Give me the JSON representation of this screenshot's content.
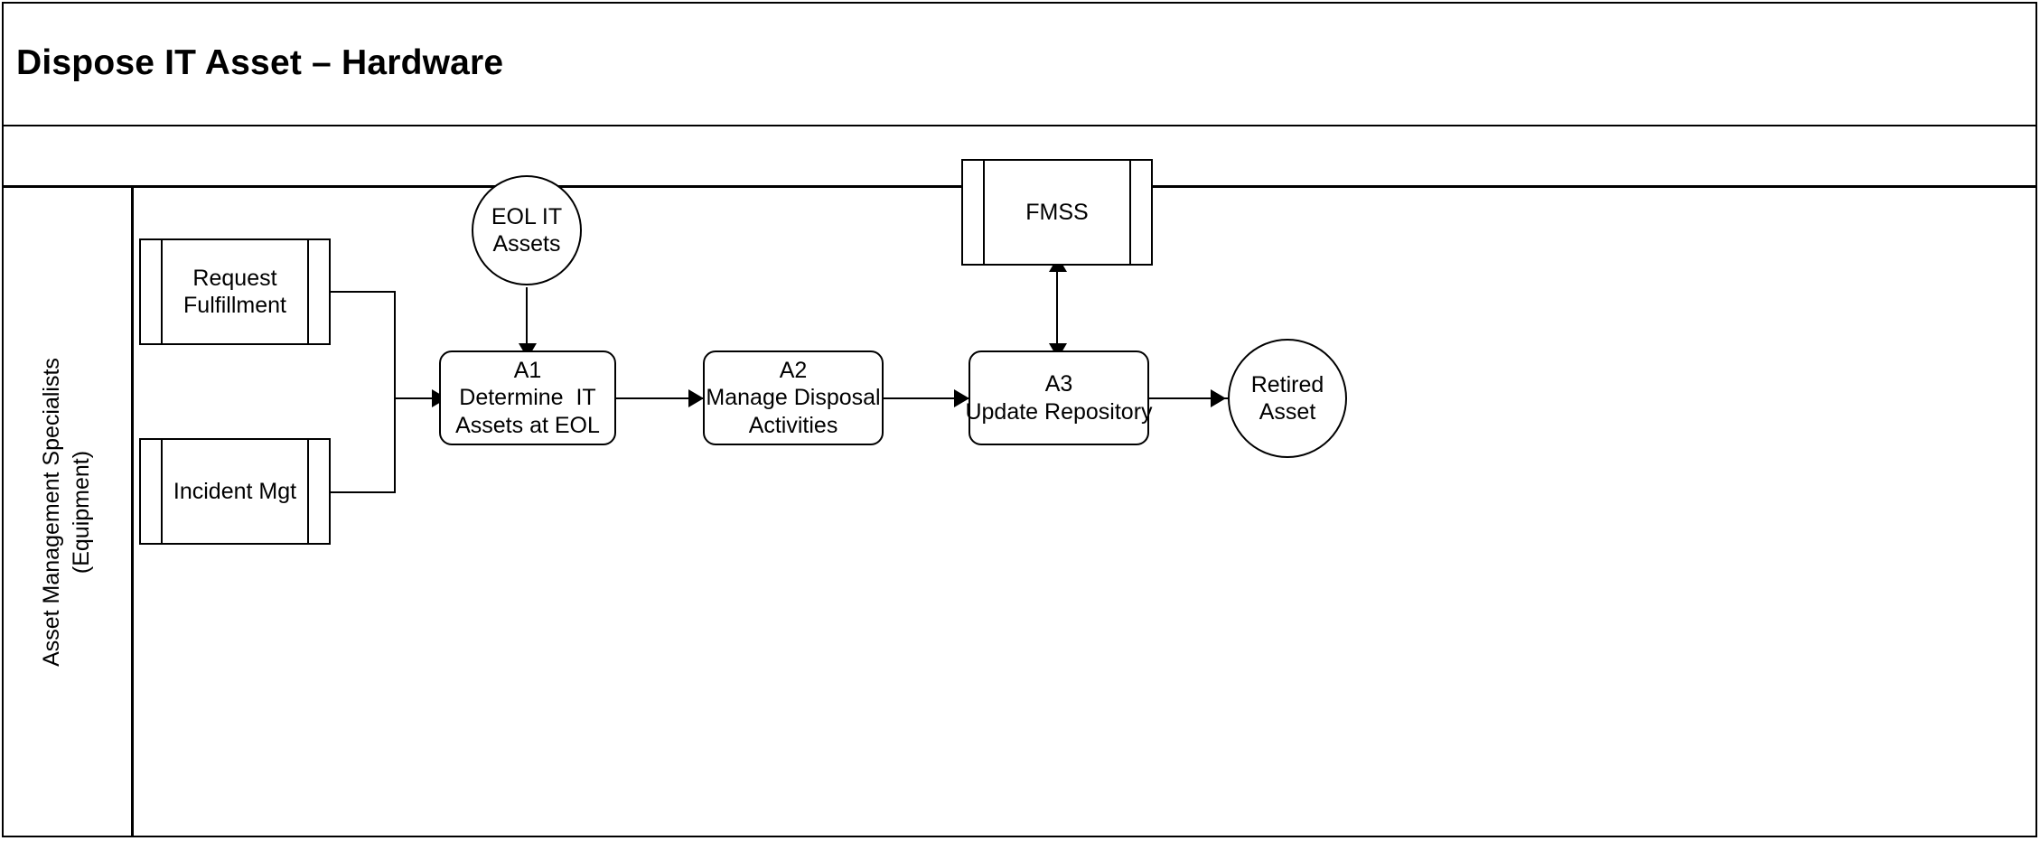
{
  "diagram": {
    "title": "Dispose IT Asset – Hardware",
    "type": "swimlane-process-flow",
    "line_color": "#000000",
    "background_color": "#ffffff",
    "lane": {
      "label_lines": [
        "Asset Management Specialists",
        "(Equipment)"
      ],
      "label_full": "Asset Management Specialists (Equipment)"
    },
    "nodes": [
      {
        "id": "request-fulfillment",
        "shape": "predefined-process",
        "lines": [
          "Request",
          "Fulfillment"
        ]
      },
      {
        "id": "incident-mgt",
        "shape": "predefined-process",
        "lines": [
          "Incident Mgt"
        ]
      },
      {
        "id": "eol-it-assets",
        "shape": "circle",
        "lines": [
          "EOL IT",
          "Assets"
        ]
      },
      {
        "id": "a1",
        "shape": "activity",
        "code": "A1",
        "lines": [
          "A1",
          "Determine  IT",
          "Assets at EOL"
        ]
      },
      {
        "id": "a2",
        "shape": "activity",
        "code": "A2",
        "lines": [
          "A2",
          "Manage Disposal",
          "Activities"
        ]
      },
      {
        "id": "a3",
        "shape": "activity",
        "code": "A3",
        "lines": [
          "A3",
          "Update Repository"
        ]
      },
      {
        "id": "fmss",
        "shape": "predefined-process",
        "lines": [
          "FMSS"
        ]
      },
      {
        "id": "retired-asset",
        "shape": "circle",
        "lines": [
          "Retired",
          "Asset"
        ]
      }
    ],
    "connectors": [
      {
        "from": "request-fulfillment",
        "to": "a1",
        "style": "elbow",
        "arrow": "single"
      },
      {
        "from": "incident-mgt",
        "to": "a1",
        "style": "elbow",
        "arrow": "single"
      },
      {
        "from": "eol-it-assets",
        "to": "a1",
        "style": "straight-down",
        "arrow": "single"
      },
      {
        "from": "a1",
        "to": "a2",
        "style": "straight-right",
        "arrow": "single"
      },
      {
        "from": "a2",
        "to": "a3",
        "style": "straight-right",
        "arrow": "single"
      },
      {
        "from": "a3",
        "to": "fmss",
        "style": "vertical",
        "arrow": "double"
      },
      {
        "from": "a3",
        "to": "retired-asset",
        "style": "straight-right",
        "arrow": "single"
      }
    ]
  }
}
